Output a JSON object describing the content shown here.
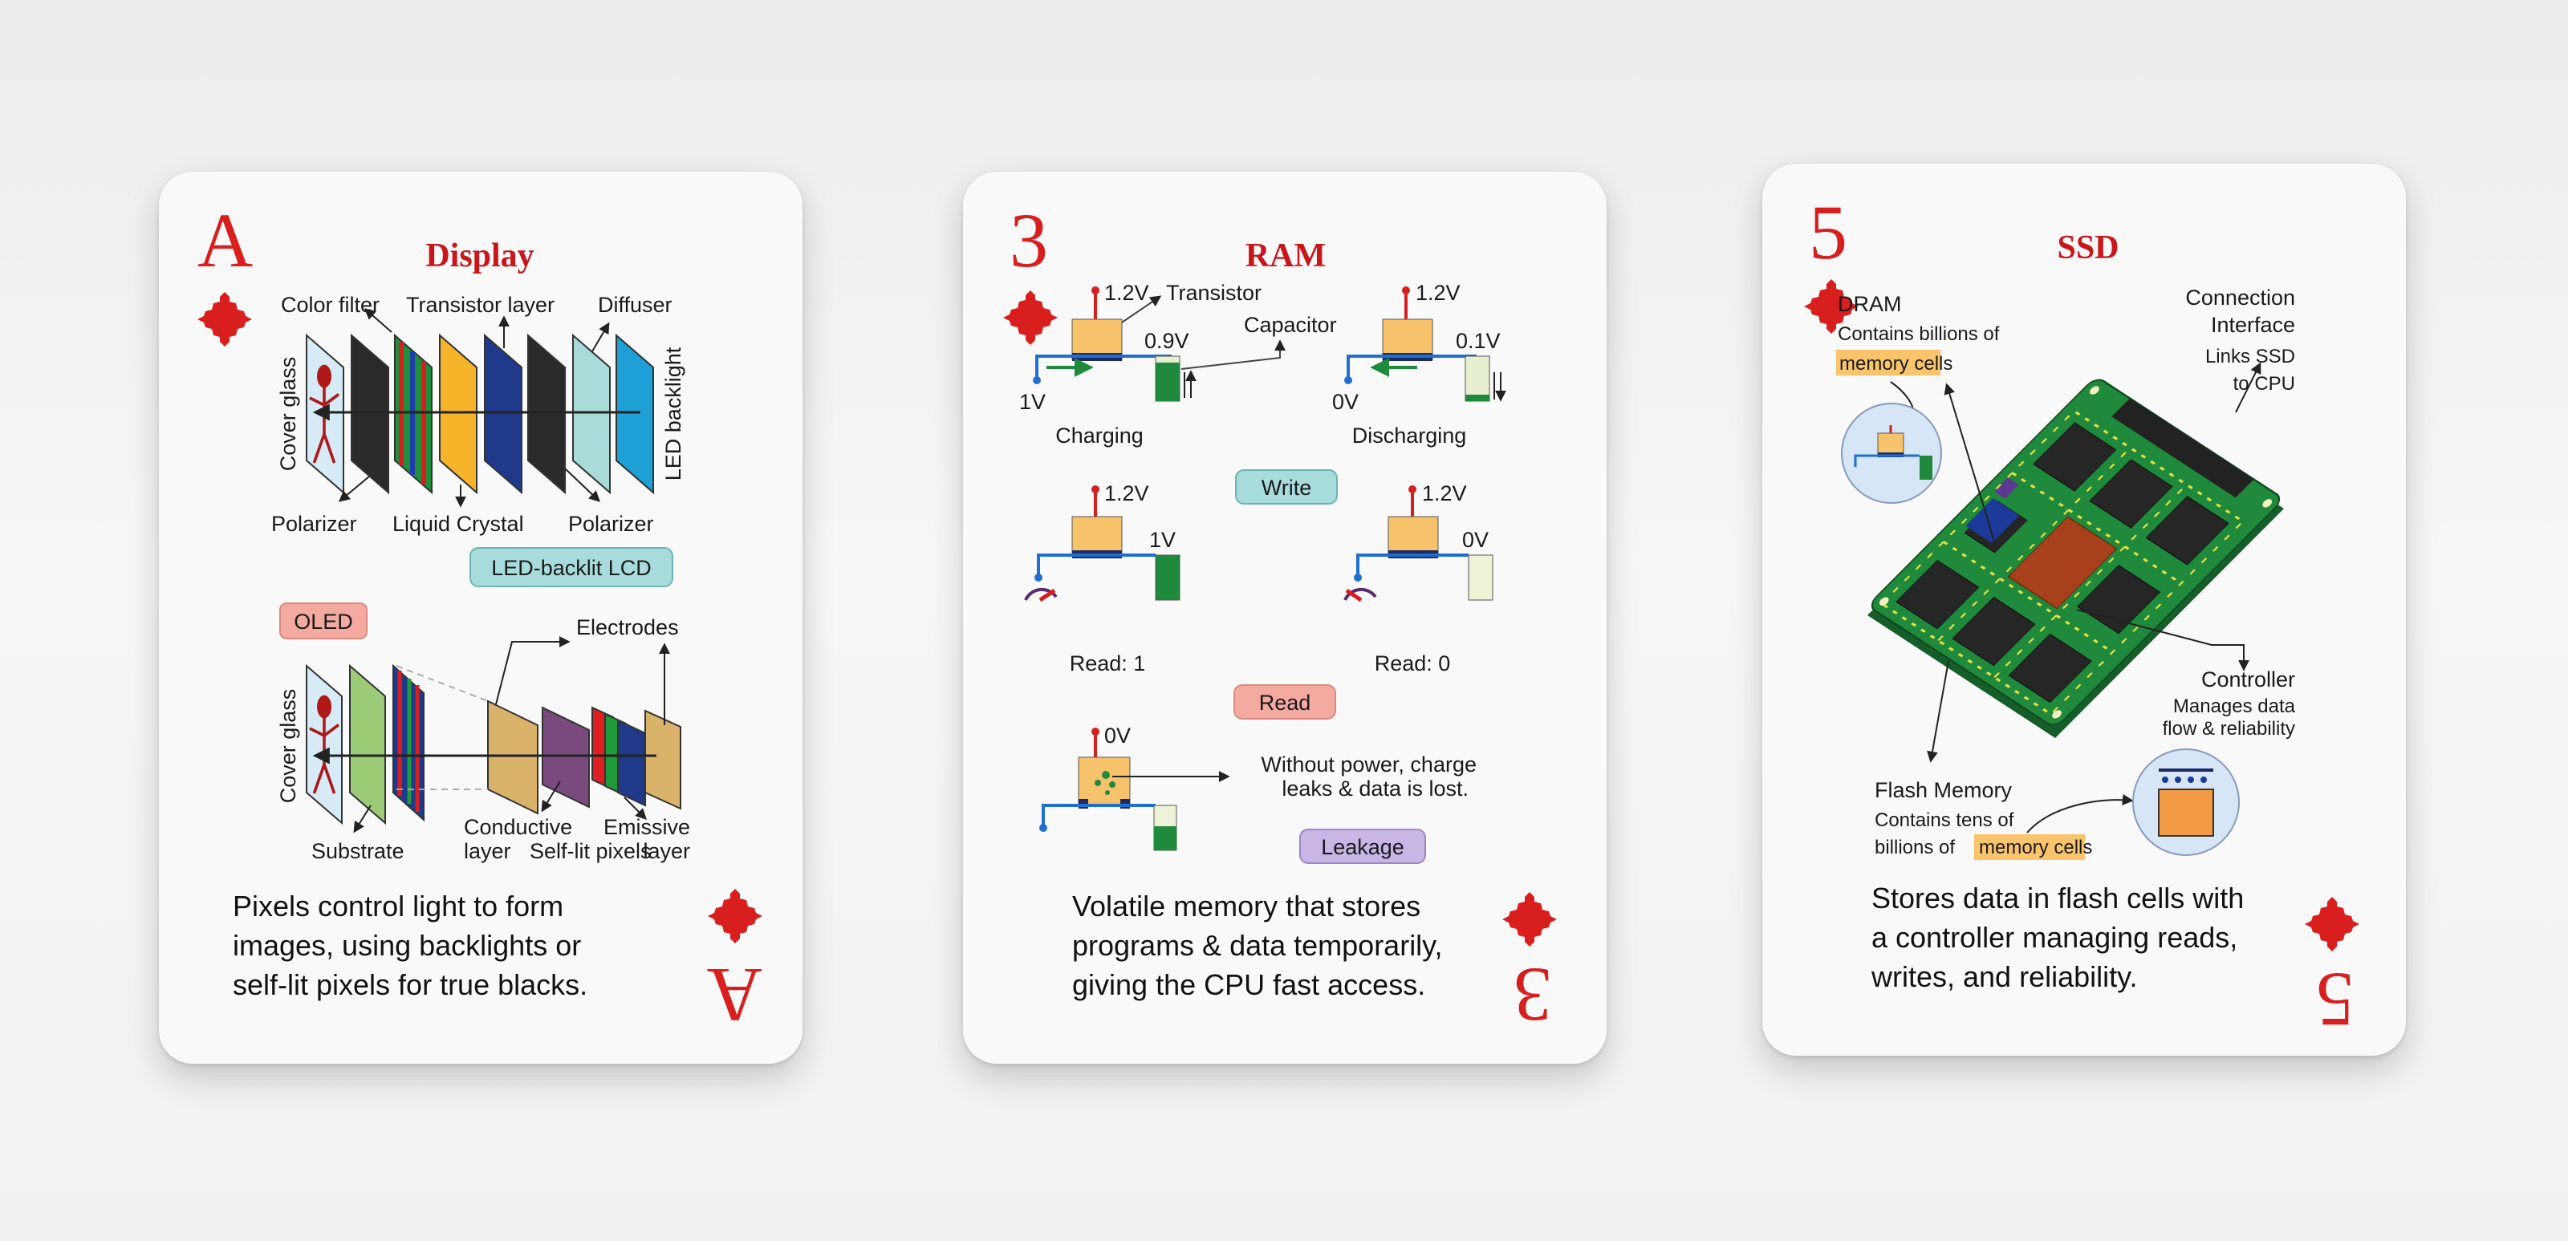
{
  "colors": {
    "suit_red": "#d91e1e",
    "title_red": "#c8161b",
    "teal_badge": "#a8dcdc",
    "pink_badge": "#f4aaa0",
    "purple_badge": "#c7b6e6",
    "highlight": "#f9c46b",
    "pcb_green": "#1f8a3c"
  },
  "cards": [
    {
      "rank": "A",
      "suit": "diamond-icon",
      "title": "Display",
      "lcd": {
        "labels_top": [
          "Color filter",
          "Transistor layer",
          "Diffuser"
        ],
        "labels_bottom": [
          "Polarizer",
          "Liquid Crystal",
          "Polarizer"
        ],
        "left": "Cover glass",
        "right": "LED backlight",
        "badge": "LED-backlit LCD"
      },
      "oled": {
        "badge": "OLED",
        "left": "Cover glass",
        "electrodes": "Electrodes",
        "conductive": [
          "Conductive",
          "layer"
        ],
        "emissive": [
          "Emissive",
          "layer"
        ],
        "substrate": "Substrate",
        "self_lit": "Self-lit pixels"
      },
      "description": [
        "Pixels control light to form",
        "images, using backlights or",
        "self-lit pixels for true blacks."
      ]
    },
    {
      "rank": "3",
      "suit": "diamond-icon",
      "title": "RAM",
      "write": {
        "charging": {
          "gate": "1.2V",
          "cap": "0.9V",
          "source": "1V",
          "label": "Charging"
        },
        "discharging": {
          "gate": "1.2V",
          "cap": "0.1V",
          "source": "0V",
          "label": "Discharging"
        },
        "transistor": "Transistor",
        "capacitor": "Capacitor",
        "badge": "Write"
      },
      "read": {
        "one": {
          "gate": "1.2V",
          "cap": "1V",
          "label": "Read: 1"
        },
        "zero": {
          "gate": "1.2V",
          "cap": "0V",
          "label": "Read: 0"
        },
        "badge": "Read"
      },
      "leakage": {
        "gate": "0V",
        "note": [
          "Without power, charge",
          "leaks & data is lost."
        ],
        "badge": "Leakage"
      },
      "description": [
        "Volatile memory that stores",
        "programs & data temporarily,",
        "giving the CPU fast access."
      ]
    },
    {
      "rank": "5",
      "suit": "diamond-icon",
      "title": "SSD",
      "dram": {
        "title": "DRAM",
        "line1": "Contains billions of",
        "highlight": "memory cells"
      },
      "interface": {
        "title": [
          "Connection",
          "Interface"
        ],
        "desc": [
          "Links SSD",
          "to CPU"
        ]
      },
      "controller": {
        "title": "Controller",
        "desc": [
          "Manages data",
          "flow & reliability"
        ]
      },
      "flash": {
        "title": "Flash Memory",
        "line1": "Contains tens of",
        "line2": "billions of",
        "highlight": "memory cells"
      },
      "description": [
        "Stores data in flash cells with",
        "a controller managing reads,",
        "writes, and reliability."
      ]
    }
  ]
}
